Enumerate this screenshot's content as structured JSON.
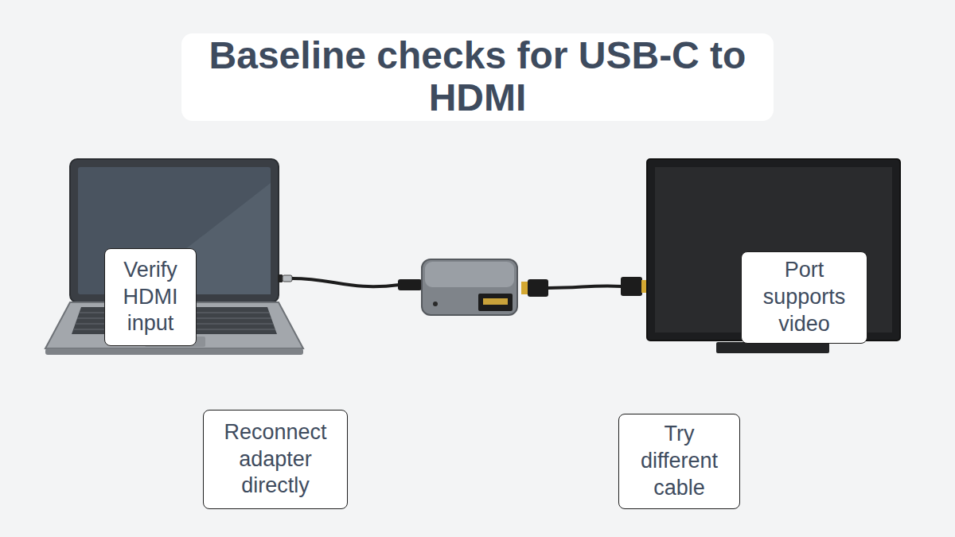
{
  "diagram": {
    "title": "Baseline checks for USB-C to HDMI",
    "nodes": [
      {
        "text": [
          "Verify HDMI input"
        ]
      },
      {
        "text": [
          "Port supports video"
        ]
      },
      {
        "text": [
          "Reconnect adapter directly"
        ]
      },
      {
        "text": [
          "Try different cable"
        ]
      }
    ]
  }
}
